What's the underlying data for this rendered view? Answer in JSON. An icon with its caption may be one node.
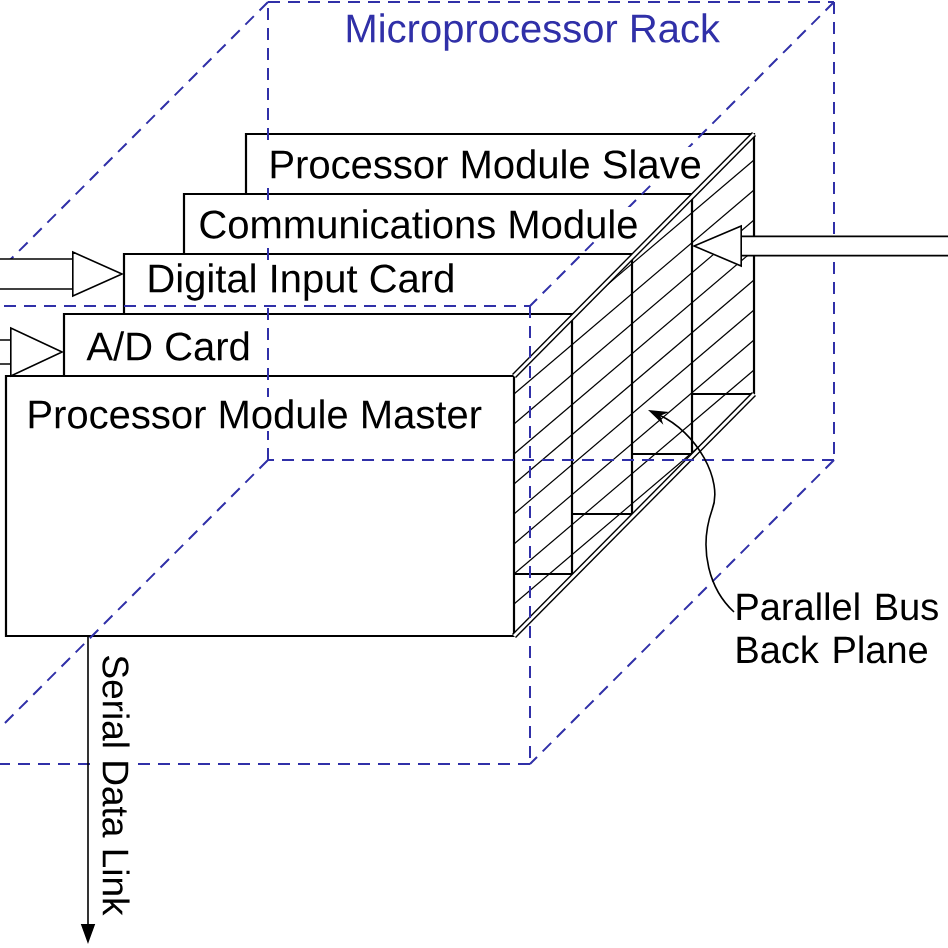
{
  "diagram": {
    "nodes": [
      {
        "text": [
          "Microprocessor Rack"
        ]
      },
      {
        "text": [
          "Processor Module Slave"
        ],
        "in": 0
      },
      {
        "text": [
          "Communications Module"
        ],
        "in": 0
      },
      {
        "text": [
          "Digital Input Card"
        ],
        "in": 0
      },
      {
        "text": [
          "A/D Card"
        ],
        "in": 0
      },
      {
        "text": [
          "Processor Module Master"
        ],
        "in": 0
      },
      {
        "text": [],
        "shape": "box",
        "in": 0
      },
      {
        "text": [
          "Parallel Bus Back Plane"
        ]
      }
    ],
    "edges": [
      {
        "from": null,
        "to": 3,
        "arrow": "to"
      },
      {
        "from": null,
        "to": 4,
        "arrow": "to"
      },
      {
        "from": null,
        "to": 2,
        "arrow": "to"
      },
      {
        "from": 5,
        "to": null,
        "arrow": "to",
        "label": "Serial Data Link"
      },
      {
        "from": 7,
        "to": 6,
        "arrow": "to"
      }
    ]
  }
}
